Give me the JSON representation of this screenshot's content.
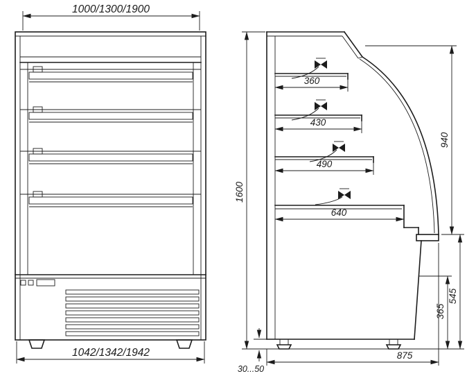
{
  "colors": {
    "ink": "#1c1c1c",
    "paper": "#ffffff"
  },
  "dims": {
    "top_width": "1000/1300/1900",
    "bottom_width": "1042/1342/1942",
    "overall_height": "1600",
    "shelf1_depth": "360",
    "shelf2_depth": "430",
    "shelf3_depth": "490",
    "deck_depth": "640",
    "glass_height": "940",
    "base_height": "365",
    "lower_height": "545",
    "overall_depth": "875",
    "floor_clearance": "30...50"
  }
}
